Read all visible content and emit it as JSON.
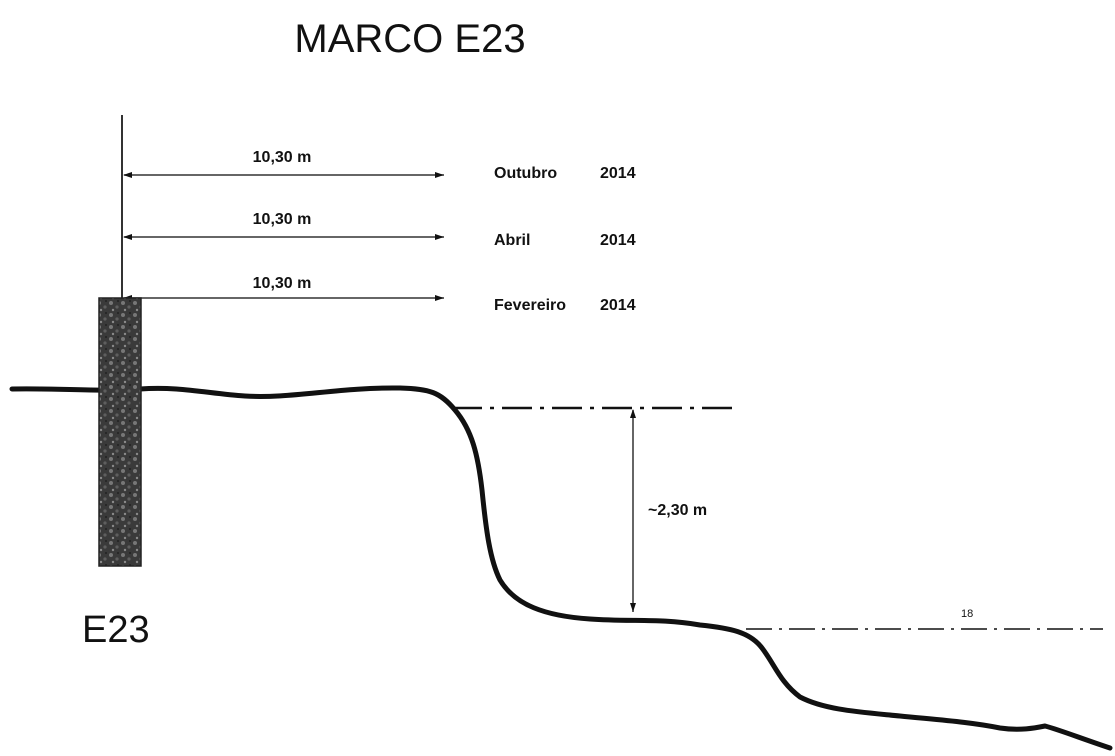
{
  "title": "MARCO E23",
  "post_label": "E23",
  "measurements": [
    {
      "distance": "10,30 m",
      "month": "Outubro",
      "year": "2014"
    },
    {
      "distance": "10,30 m",
      "month": "Abril",
      "year": "2014"
    },
    {
      "distance": "10,30 m",
      "month": "Fevereiro",
      "year": "2014"
    }
  ],
  "height_label": "~2,30 m",
  "right_marker": "18",
  "colors": {
    "line": "#111111",
    "post_dark": "#2a2a2a",
    "post_light": "#7a7a7a"
  }
}
